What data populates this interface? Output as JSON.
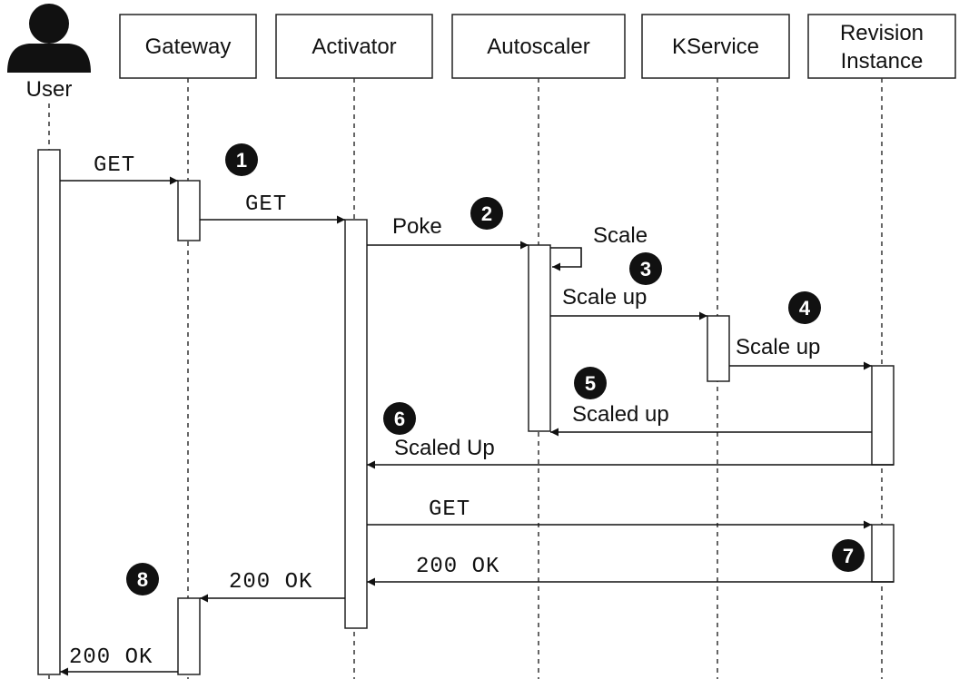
{
  "actors": {
    "user": "User",
    "gateway": "Gateway",
    "activator": "Activator",
    "autoscaler": "Autoscaler",
    "kservice": "KService",
    "revision_line1": "Revision",
    "revision_line2": "Instance"
  },
  "messages": {
    "m1": "GET",
    "m2": "GET",
    "m3": "Poke",
    "m4": "Scale",
    "m5": "Scale up",
    "m6": "Scale up",
    "m7": "Scaled up",
    "m8": "Scaled Up",
    "m9": "GET",
    "m10": "200 OK",
    "m11": "200 OK",
    "m12": "200 OK"
  },
  "steps": {
    "s1": "1",
    "s2": "2",
    "s3": "3",
    "s4": "4",
    "s5": "5",
    "s6": "6",
    "s7": "7",
    "s8": "8"
  },
  "icons": {
    "user": "user-silhouette-icon"
  }
}
